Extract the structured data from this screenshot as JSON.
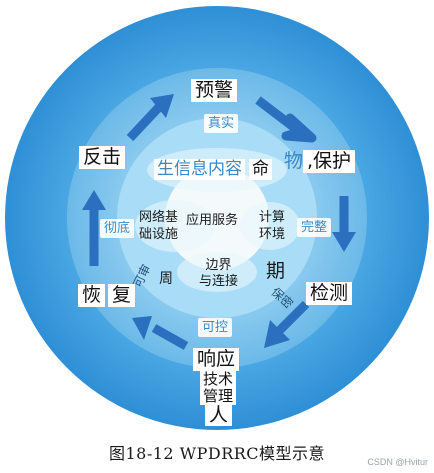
{
  "steps": {
    "warning": "预警",
    "protect_prefix": "物",
    "protect": ",保护",
    "detect": "检测",
    "respond": "响应",
    "recover_a": "恢",
    "recover_b": "复",
    "counter": "反击"
  },
  "properties": {
    "authentic": "真实",
    "complete": "完整",
    "confidential": "保密",
    "controllable": "可控",
    "review": "可审",
    "thorough": "彻底"
  },
  "core": {
    "info_content": "生信息内容",
    "life": "命",
    "app_services": "应用服务",
    "network_infra": "网络基\n础设施",
    "compute_env": "计算\n环境",
    "boundary": "边界\n与连接",
    "period": "期",
    "cycle": "周"
  },
  "bottom": {
    "tech": "技术",
    "mgmt": "管理",
    "people": "人"
  },
  "caption": "图18-12 WPDRRC模型示意",
  "credit": "CSDN @Hvitur",
  "colors": {
    "outer_ring": "#3a98de",
    "mid_ring": "#79c0ec",
    "inner_disc": "#a9dcf6",
    "center": "#f4f9fc",
    "arrow": "#2b6fbf",
    "accent_text": "#3b87c4"
  }
}
